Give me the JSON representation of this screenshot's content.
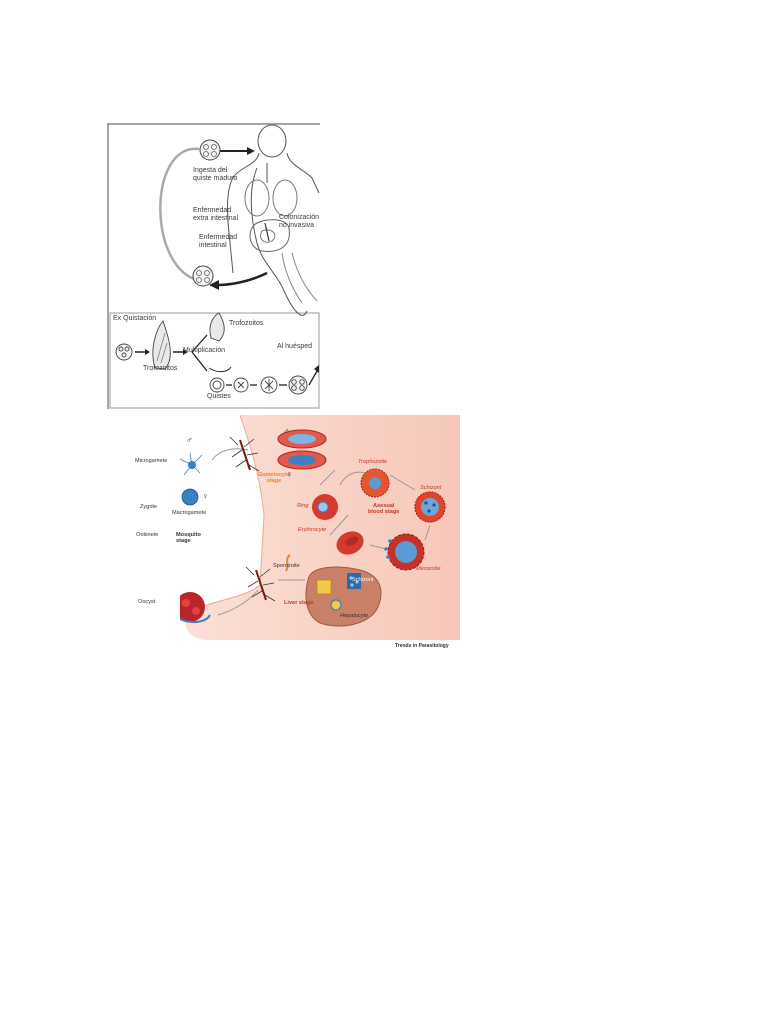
{
  "figure1": {
    "labels": {
      "ingesta": "Ingesta del\nquiste maduro",
      "extra_intestinal": "Enfermedad\nextra intestinal",
      "colonizacion": "Colonización\nno invasiva",
      "intestinal": "Enfermedad\nintestinal",
      "ex_quistacion": "Ex Quistación",
      "trofozoitos_top": "Trofozoitos",
      "multiplicacion": "Multiplicación",
      "al_huesped": "Al huésped",
      "trofozoitos_bottom": "Trofozoitos",
      "quistes": "Quistes"
    }
  },
  "figure2": {
    "labels": {
      "male_symbol_left": "♂",
      "microgamete": "Microgamete",
      "zygote": "Zygote",
      "female_symbol_left": "♀",
      "macrogamete": "Macrogamete",
      "ookinete": "Ookinete",
      "mosquito_stage": "Mosquito\nstage",
      "oocyst": "Oocyst",
      "male_symbol_right": "♂",
      "gametocyte_stage": "Gametocyte\nstage",
      "female_symbol_right": "♀",
      "trophozoite": "Trophozoite",
      "schizont_top": "Schizont",
      "ring": "Ring",
      "asexual_blood_stage": "Asexual\nblood stage",
      "erythrocyte": "Erythrocyte",
      "merozoite": "Merozoite",
      "sporozoite": "Sporozoite",
      "schizont_liver": "Schizont",
      "liver_stage": "Liver stage",
      "hepatocyte": "Hepatocyte",
      "credit": "Trends in Parasitology"
    },
    "colors": {
      "body_skin": "#f9d4c8",
      "accent_orange": "#e8862a",
      "accent_red": "#c0392b",
      "parasite_blue": "#3b7fc4",
      "rbc_red": "#d63a2f"
    }
  }
}
